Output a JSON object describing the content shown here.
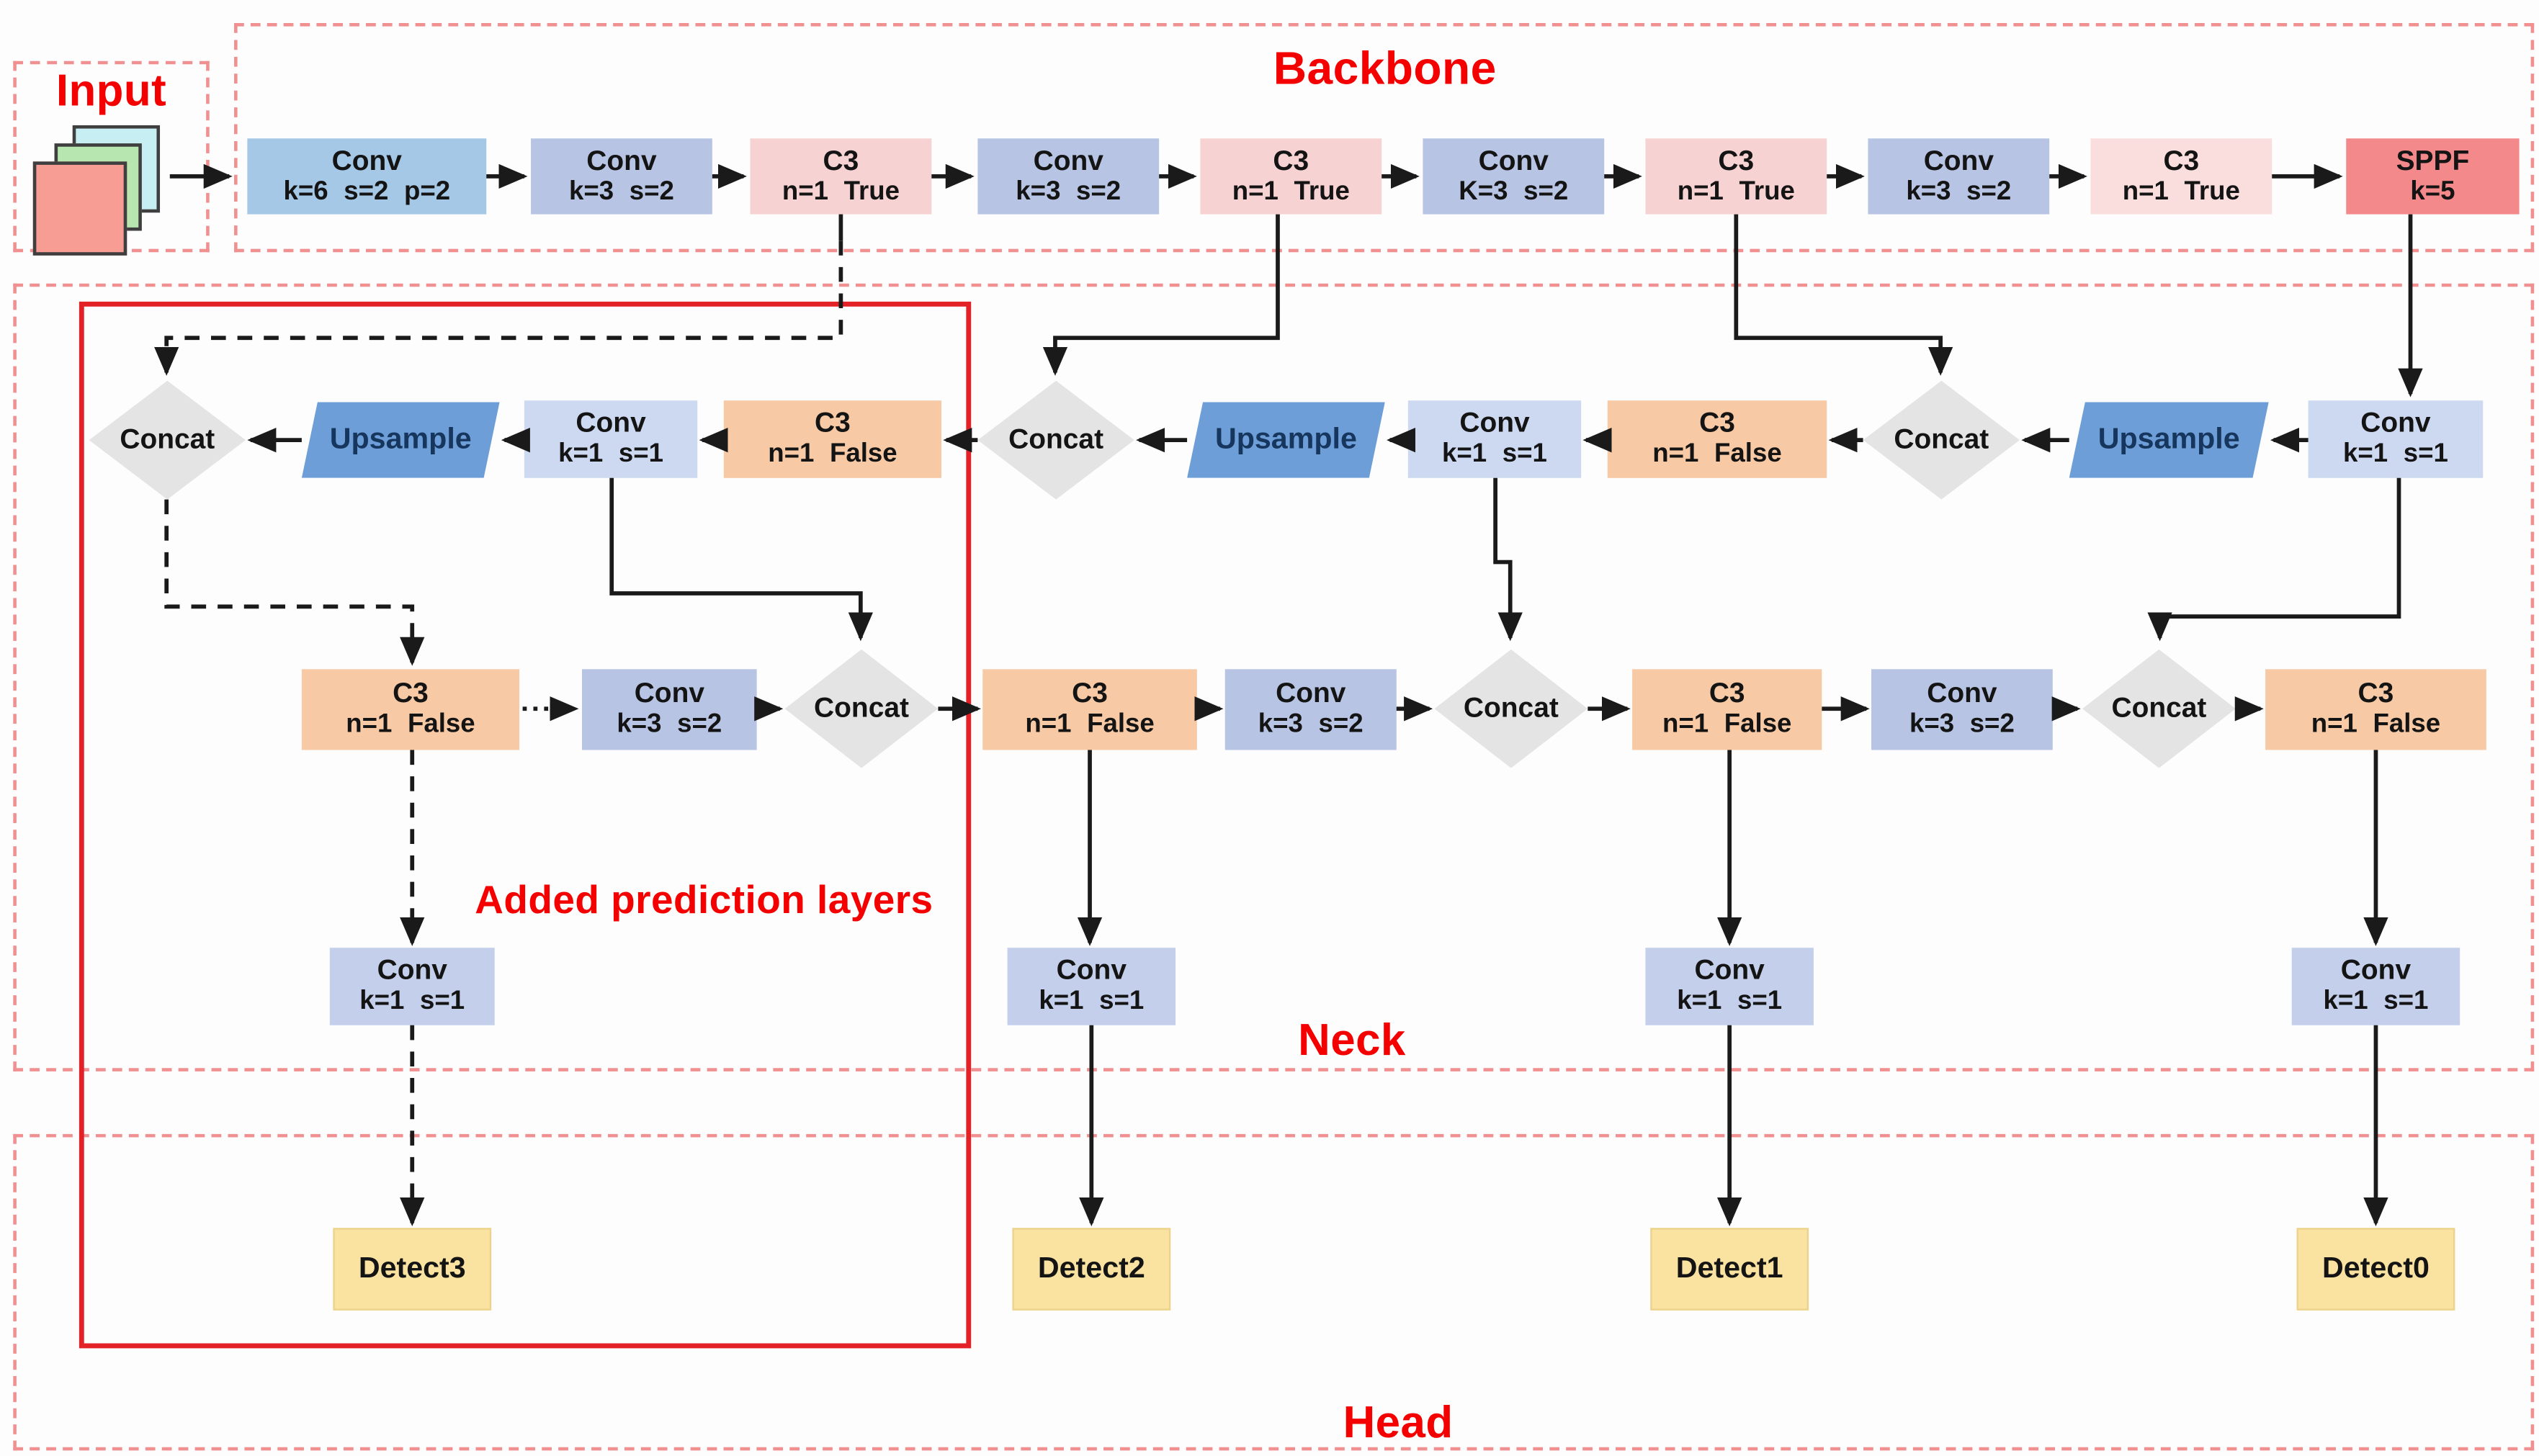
{
  "sections": {
    "input_label": "Input",
    "backbone_label": "Backbone",
    "neck_label": "Neck",
    "head_label": "Head",
    "added_prediction_label": "Added prediction layers"
  },
  "backbone_nodes": [
    {
      "title": "Conv",
      "params": "k=6 s=2 p=2"
    },
    {
      "title": "Conv",
      "params": "k=3 s=2"
    },
    {
      "title": "C3",
      "params": "n=1 True"
    },
    {
      "title": "Conv",
      "params": "k=3 s=2"
    },
    {
      "title": "C3",
      "params": "n=1 True"
    },
    {
      "title": "Conv",
      "params": "K=3 s=2"
    },
    {
      "title": "C3",
      "params": "n=1 True"
    },
    {
      "title": "Conv",
      "params": "k=3 s=2"
    },
    {
      "title": "C3",
      "params": "n=1 True"
    },
    {
      "title": "SPPF",
      "params": "k=5"
    }
  ],
  "neck_row1": [
    {
      "title": "Concat"
    },
    {
      "title": "Upsample"
    },
    {
      "title": "Conv",
      "params": "k=1 s=1"
    },
    {
      "title": "C3",
      "params": "n=1 False"
    },
    {
      "title": "Concat"
    },
    {
      "title": "Upsample"
    },
    {
      "title": "Conv",
      "params": "k=1 s=1"
    },
    {
      "title": "C3",
      "params": "n=1 False"
    },
    {
      "title": "Concat"
    },
    {
      "title": "Upsample"
    },
    {
      "title": "Conv",
      "params": "k=1 s=1"
    }
  ],
  "neck_row2": [
    {
      "title": "C3",
      "params": "n=1 False"
    },
    {
      "title": "Conv",
      "params": "k=3 s=2"
    },
    {
      "title": "Concat"
    },
    {
      "title": "C3",
      "params": "n=1 False"
    },
    {
      "title": "Conv",
      "params": "k=3 s=2"
    },
    {
      "title": "Concat"
    },
    {
      "title": "C3",
      "params": "n=1 False"
    },
    {
      "title": "Conv",
      "params": "k=3 s=2"
    },
    {
      "title": "Concat"
    },
    {
      "title": "C3",
      "params": "n=1 False"
    }
  ],
  "pred_convs": [
    {
      "title": "Conv",
      "params": "k=1 s=1"
    },
    {
      "title": "Conv",
      "params": "k=1 s=1"
    },
    {
      "title": "Conv",
      "params": "k=1 s=1"
    },
    {
      "title": "Conv",
      "params": "k=1 s=1"
    }
  ],
  "detect_nodes": [
    {
      "label": "Detect3"
    },
    {
      "label": "Detect2"
    },
    {
      "label": "Detect1"
    },
    {
      "label": "Detect0"
    }
  ],
  "colors": {
    "section_label_red": "#f40000",
    "added_layers_box_red": "#e32227",
    "dashed_frame_pink": "#f09090",
    "conv_first": "#a5c8e6",
    "conv": "#b7c4e4",
    "c3_true_pink": "#f7d2d2",
    "sppf_red": "#f4898c",
    "conv_k1": "#cdd9f1",
    "c3_false_orange": "#f7c9a4",
    "upsample_blue": "#6d9ed8",
    "concat_gray": "#e4e4e4",
    "detect_yellow": "#fae2a0"
  }
}
